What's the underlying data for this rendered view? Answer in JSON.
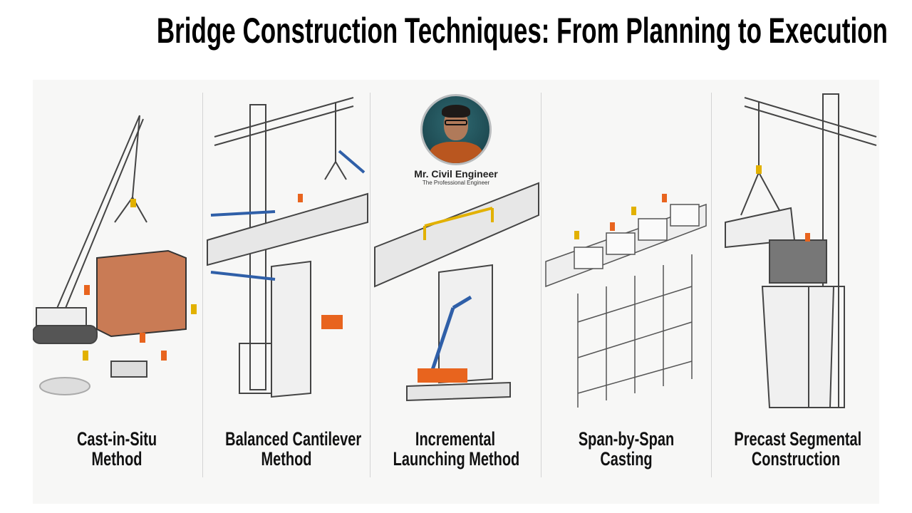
{
  "title": "Bridge Construction Techniques: From Planning to Execution",
  "logo": {
    "name": "Mr. Civil Engineer",
    "tagline": "The Professional Engineer"
  },
  "panels": [
    {
      "line1": "Cast-in-Situ",
      "line2": "Method"
    },
    {
      "line1": "Balanced Cantilever",
      "line2": "Method"
    },
    {
      "line1": "Incremental",
      "line2": "Launching Method"
    },
    {
      "line1": "Span-by-Span",
      "line2": "Casting"
    },
    {
      "line1": "Precast Segmental",
      "line2": "Construction"
    }
  ],
  "colors": {
    "crane": "#444444",
    "steel": "#2f5fa8",
    "worker": "#e8641e",
    "hook": "#e2b100"
  }
}
